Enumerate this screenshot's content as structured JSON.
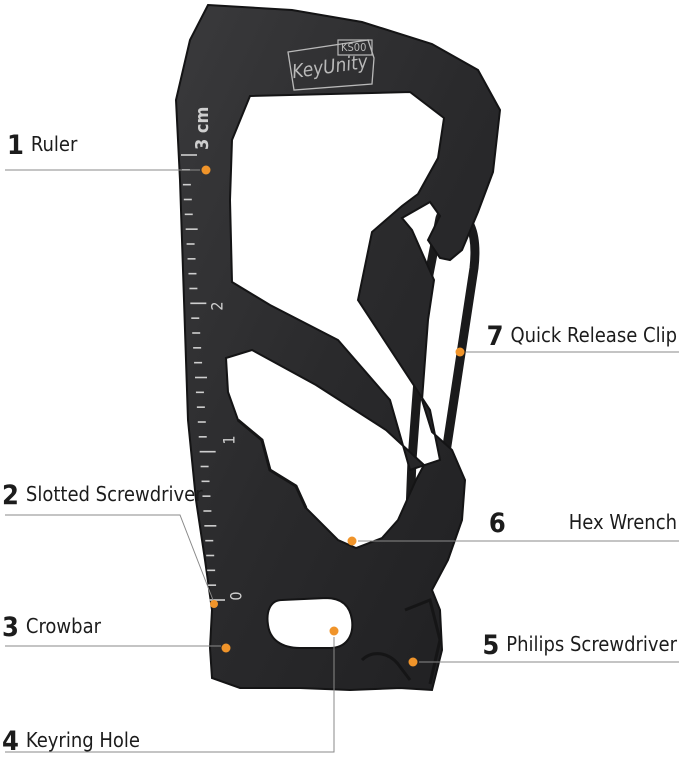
{
  "brand": {
    "name": "KeyUnity",
    "model": "KS00"
  },
  "ruler": {
    "unit_label": "3 cm",
    "marks": [
      "2",
      "1",
      "0"
    ]
  },
  "callouts": [
    {
      "number": "1",
      "label": "Ruler"
    },
    {
      "number": "2",
      "label": "Slotted Screwdriver"
    },
    {
      "number": "3",
      "label": "Crowbar"
    },
    {
      "number": "4",
      "label": "Keyring Hole"
    },
    {
      "number": "5",
      "label": "Philips Screwdriver"
    },
    {
      "number": "6",
      "label": "Hex Wrench"
    },
    {
      "number": "7",
      "label": "Quick Release Clip"
    }
  ],
  "colors": {
    "tool_body": "#2c2c2e",
    "tool_edge": "#141415",
    "marker": "#f0942a",
    "leader_line": "#8a8a8a",
    "engraving": "#b9b9b9"
  }
}
